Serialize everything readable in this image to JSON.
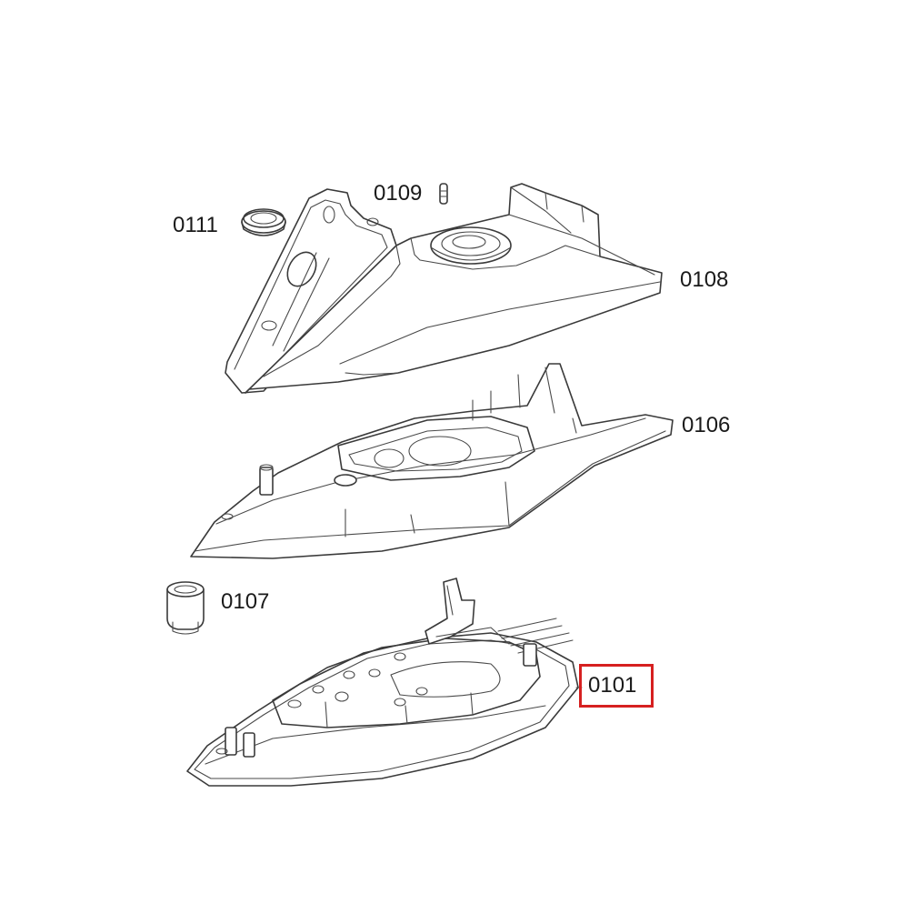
{
  "parts": [
    {
      "id": "0111",
      "label": "0111"
    },
    {
      "id": "0109",
      "label": "0109"
    },
    {
      "id": "0108",
      "label": "0108"
    },
    {
      "id": "0106",
      "label": "0106"
    },
    {
      "id": "0107",
      "label": "0107"
    },
    {
      "id": "0101",
      "label": "0101",
      "highlighted": true
    }
  ],
  "highlight_color": "#d62020"
}
